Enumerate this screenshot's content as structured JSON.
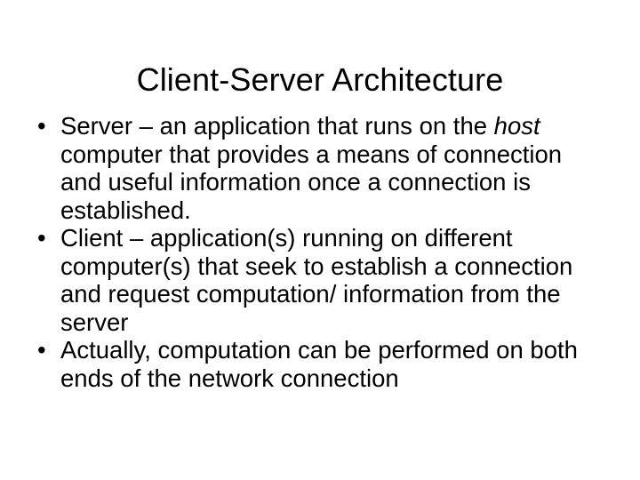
{
  "slide": {
    "title": "Client-Server Architecture",
    "bullet_marker": "•",
    "background_color": "#ffffff",
    "text_color": "#000000",
    "bullets": [
      {
        "id": "server",
        "text_before_emphasis": "Server – an application that runs on the ",
        "emphasis": "host",
        "text_after_emphasis": " computer that provides a means of connection and useful information once a connection is established.",
        "full_text": "Server – an application that runs on the host computer that provides a means of connection and useful information once a connection is established."
      },
      {
        "id": "client",
        "full_text": "Client – application(s) running on different computer(s) that seek to establish a connection and request computation/ information from the server"
      },
      {
        "id": "actually",
        "full_text": "Actually, computation can be performed on both ends of the network connection"
      }
    ]
  }
}
